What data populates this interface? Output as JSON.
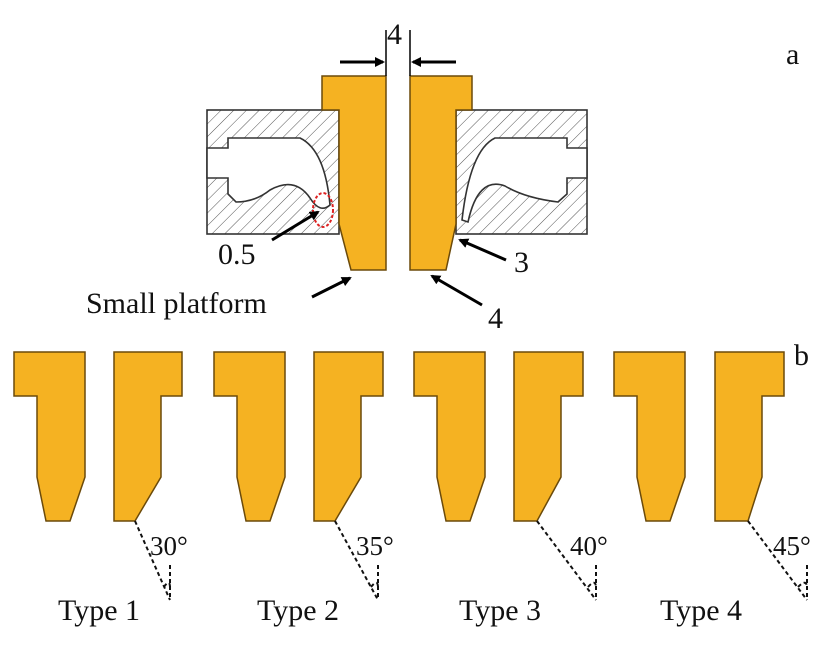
{
  "panel_a": {
    "label": "a",
    "gap_value": "4",
    "edge_label": "0.5",
    "platform_label": "Small platform",
    "right_callout_3": "3",
    "right_callout_4": "4"
  },
  "panel_b": {
    "label": "b",
    "types": [
      {
        "name": "Type 1",
        "angle": "30°",
        "angle_deg": 30
      },
      {
        "name": "Type 2",
        "angle": "35°",
        "angle_deg": 35
      },
      {
        "name": "Type 3",
        "angle": "40°",
        "angle_deg": 40
      },
      {
        "name": "Type 4",
        "angle": "45°",
        "angle_deg": 45
      }
    ]
  },
  "colors": {
    "blade": "#F5B222",
    "outline": "#6b4a0a",
    "hatch": "#555555"
  }
}
